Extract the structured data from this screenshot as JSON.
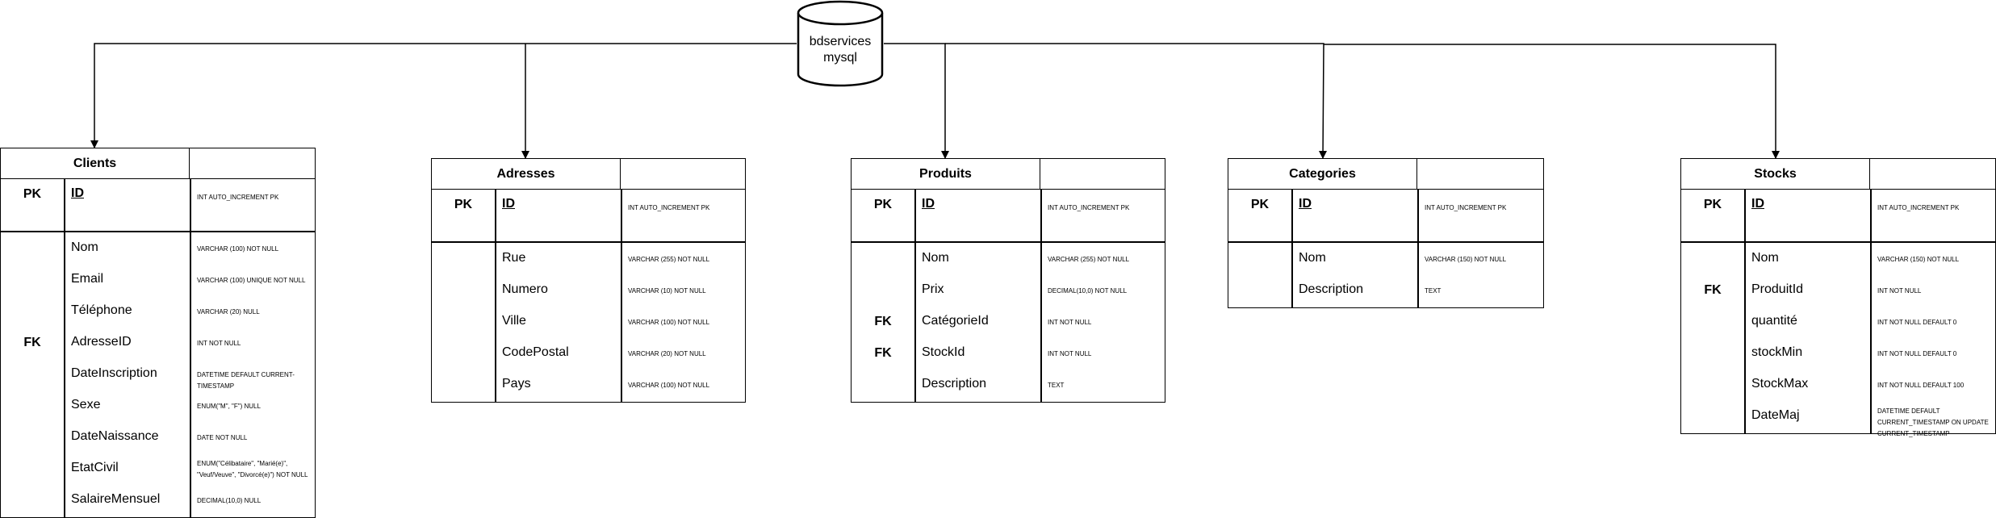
{
  "database": {
    "name": "bdservices",
    "engine": "mysql"
  },
  "entities": [
    {
      "name": "Clients",
      "pk": {
        "key": "PK",
        "name": "ID",
        "type": "INT AUTO_INCREMENT PK"
      },
      "fields": [
        {
          "key": "",
          "name": "Nom",
          "type": "VARCHAR (100) NOT NULL"
        },
        {
          "key": "",
          "name": "Email",
          "type": "VARCHAR (100) UNIQUE NOT NULL"
        },
        {
          "key": "",
          "name": "Téléphone",
          "type": "VARCHAR (20) NULL"
        },
        {
          "key": "FK",
          "name": "AdresseID",
          "type": "INT NOT NULL"
        },
        {
          "key": "",
          "name": "DateInscription",
          "type": "DATETIME DEFAULT CURRENT-TIMESTAMP"
        },
        {
          "key": "",
          "name": "Sexe",
          "type": "ENUM(\"M\", \"F\") NULL"
        },
        {
          "key": "",
          "name": "DateNaissance",
          "type": "DATE NOT NULL"
        },
        {
          "key": "",
          "name": "EtatCivil",
          "type": "ENUM(\"Célibataire\", \"Marié(e)\", \"Veuf/Veuve\", \"Divorcé(e)\") NOT NULL"
        },
        {
          "key": "",
          "name": "SalaireMensuel",
          "type": "DECIMAL(10,0) NULL"
        }
      ]
    },
    {
      "name": "Adresses",
      "pk": {
        "key": "PK",
        "name": "ID",
        "type": "INT AUTO_INCREMENT PK"
      },
      "fields": [
        {
          "key": "",
          "name": "Rue",
          "type": "VARCHAR (255) NOT NULL"
        },
        {
          "key": "",
          "name": "Numero",
          "type": "VARCHAR (10) NOT NULL"
        },
        {
          "key": "",
          "name": "Ville",
          "type": "VARCHAR (100) NOT NULL"
        },
        {
          "key": "",
          "name": "CodePostal",
          "type": "VARCHAR (20) NOT NULL"
        },
        {
          "key": "",
          "name": "Pays",
          "type": "VARCHAR (100) NOT NULL"
        }
      ]
    },
    {
      "name": "Produits",
      "pk": {
        "key": "PK",
        "name": "ID",
        "type": "INT AUTO_INCREMENT PK"
      },
      "fields": [
        {
          "key": "",
          "name": "Nom",
          "type": "VARCHAR (255) NOT NULL"
        },
        {
          "key": "",
          "name": "Prix",
          "type": "DECIMAL(10,0) NOT NULL"
        },
        {
          "key": "FK",
          "name": "CatégorieId",
          "type": "INT NOT NULL"
        },
        {
          "key": "FK",
          "name": "StockId",
          "type": "INT NOT NULL"
        },
        {
          "key": "",
          "name": "Description",
          "type": "TEXT"
        }
      ]
    },
    {
      "name": "Categories",
      "pk": {
        "key": "PK",
        "name": "ID",
        "type": "INT AUTO_INCREMENT PK"
      },
      "fields": [
        {
          "key": "",
          "name": "Nom",
          "type": "VARCHAR (150) NOT NULL"
        },
        {
          "key": "",
          "name": "Description",
          "type": "TEXT"
        }
      ]
    },
    {
      "name": "Stocks",
      "pk": {
        "key": "PK",
        "name": "ID",
        "type": "INT AUTO_INCREMENT PK"
      },
      "fields": [
        {
          "key": "",
          "name": "Nom",
          "type": "VARCHAR (150) NOT NULL"
        },
        {
          "key": "FK",
          "name": "ProduitId",
          "type": "INT NOT NULL"
        },
        {
          "key": "",
          "name": "quantité",
          "type": "INT NOT NULL DEFAULT 0"
        },
        {
          "key": "",
          "name": "stockMin",
          "type": "INT NOT NULL DEFAULT 0"
        },
        {
          "key": "",
          "name": "StockMax",
          "type": "INT NOT NULL DEFAULT 100"
        },
        {
          "key": "",
          "name": "DateMaj",
          "type": "DATETIME DEFAULT CURRENT_TIMESTAMP ON UPDATE CURRENT_TIMESTAMP"
        }
      ]
    }
  ]
}
